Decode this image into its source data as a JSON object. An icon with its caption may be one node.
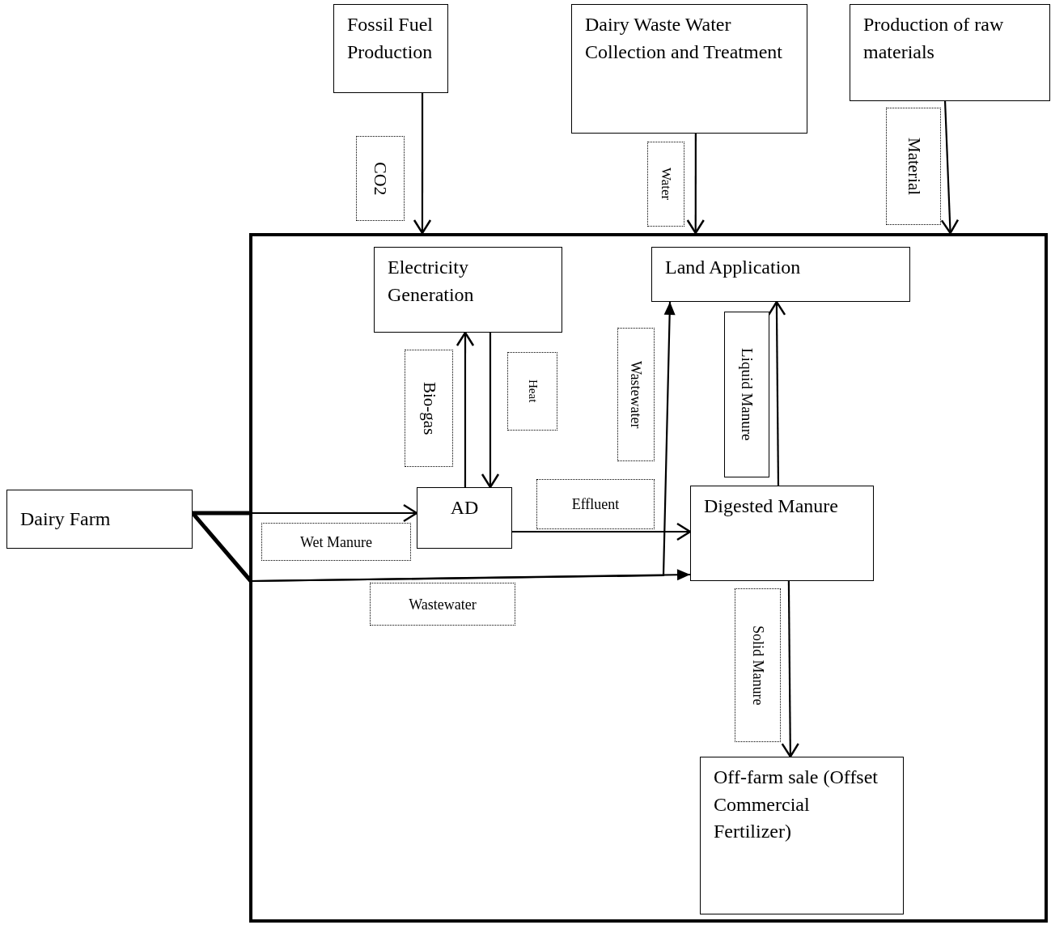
{
  "diagram": {
    "nodes": [
      {
        "text": [
          "Fossil Fuel Production"
        ]
      },
      {
        "text": [
          "Dairy Waste Water Collection and Treatment"
        ]
      },
      {
        "text": [
          "Production of raw materials"
        ]
      },
      {
        "text": [],
        "shape": "box"
      },
      {
        "text": [
          "Electricity Generation"
        ],
        "in": 3
      },
      {
        "text": [
          "Land Application"
        ],
        "in": 3
      },
      {
        "text": [
          "AD"
        ],
        "in": 3
      },
      {
        "text": [
          "Digested Manure"
        ],
        "in": 3
      },
      {
        "text": [
          "Off-farm sale (Offset Commercial Fertilizer)"
        ],
        "in": 3
      },
      {
        "text": [
          "Dairy Farm"
        ]
      }
    ],
    "edges": [
      {
        "from": 0,
        "to": 3,
        "arrow": "to",
        "label": "CO2"
      },
      {
        "from": 1,
        "to": 3,
        "arrow": "to",
        "label": "Water"
      },
      {
        "from": 2,
        "to": 3,
        "arrow": "to",
        "label": "Material"
      },
      {
        "from": 6,
        "to": 4,
        "arrow": "to",
        "label": "Bio-gas"
      },
      {
        "from": 4,
        "to": 6,
        "arrow": "to",
        "label": "Heat"
      },
      {
        "from": 9,
        "to": 6,
        "arrow": "to",
        "label": "Wet Manure"
      },
      {
        "from": 6,
        "to": 7,
        "arrow": "to",
        "label": "Effluent"
      },
      {
        "from": 9,
        "to": 7,
        "arrow": "to",
        "label": "Wastewater"
      },
      {
        "from": 9,
        "to": 5,
        "arrow": "to",
        "label": "Wastewater"
      },
      {
        "from": 7,
        "to": 5,
        "arrow": "to",
        "label": "Liquid Manure"
      },
      {
        "from": 7,
        "to": 8,
        "arrow": "to",
        "label": "Solid Manure"
      }
    ]
  }
}
